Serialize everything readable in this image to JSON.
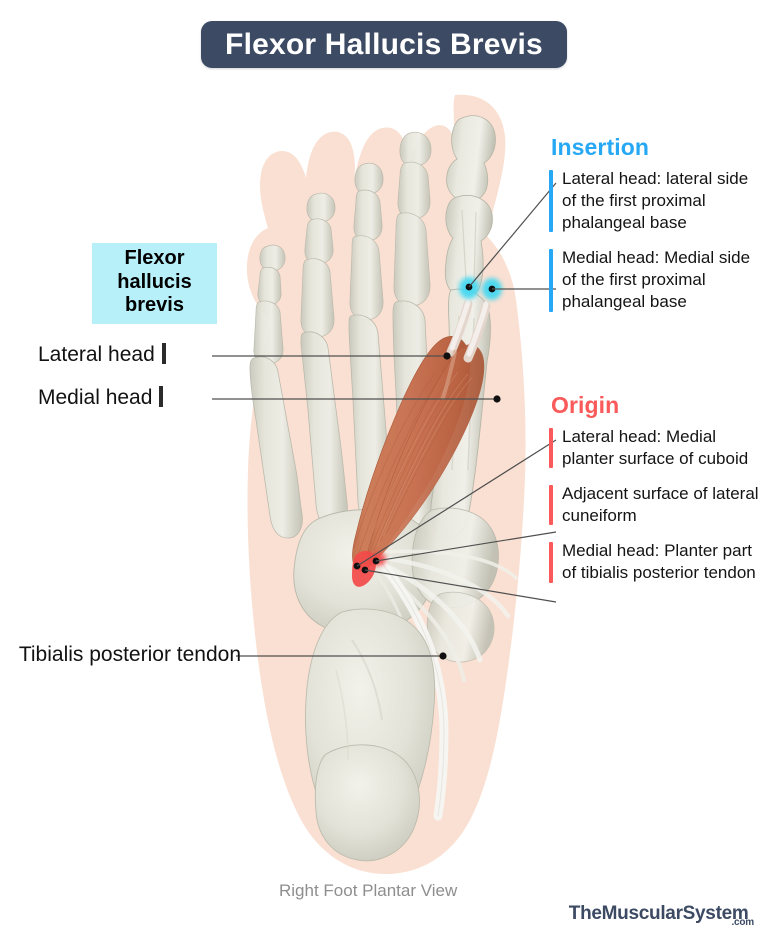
{
  "title": "Flexor Hallucis Brevis",
  "colors": {
    "title_bar": "#3c4a63",
    "insertion_accent": "#27a8f5",
    "origin_accent": "#fb5a5a",
    "muscle_chip": "#b8f0fa",
    "skin": "#fae0d2",
    "bone": "#dcdcd2",
    "muscle": "#c4704f",
    "marker_insertion": "#3fd8f2",
    "marker_origin": "#f24a4a",
    "leader_line": "#4a4a4a",
    "caption_text": "#8e8e8e",
    "watermark": "#3c4a63"
  },
  "left_labels": {
    "muscle_name": "Flexor hallucis brevis",
    "muscle_name_lines": [
      "Flexor",
      "hallucis",
      "brevis"
    ],
    "lateral_head": "Lateral head",
    "medial_head": "Medial head",
    "tibialis_tendon": "Tibialis posterior tendon"
  },
  "insertion": {
    "heading": "Insertion",
    "items": [
      "Lateral head: lateral side of the first proximal phalangeal base",
      "Medial head: Medial side of the first proximal phalangeal base"
    ]
  },
  "origin": {
    "heading": "Origin",
    "items": [
      "Lateral head: Medial planter surface of cuboid",
      "Adjacent surface of lateral cuneiform",
      "Medial head: Planter part of tibialis posterior tendon"
    ]
  },
  "footer": {
    "view_caption": "Right Foot Plantar View",
    "watermark_name": "TheMuscularSystem",
    "watermark_tld": ".com"
  },
  "illustration": {
    "subject": "right-foot-plantar-view",
    "structures": [
      "flexor-hallucis-brevis-muscle",
      "phalanges",
      "metatarsals",
      "tarsal-bones",
      "calcaneus",
      "tibialis-posterior-tendon"
    ],
    "insertion_markers": 2,
    "origin_markers": 3
  }
}
